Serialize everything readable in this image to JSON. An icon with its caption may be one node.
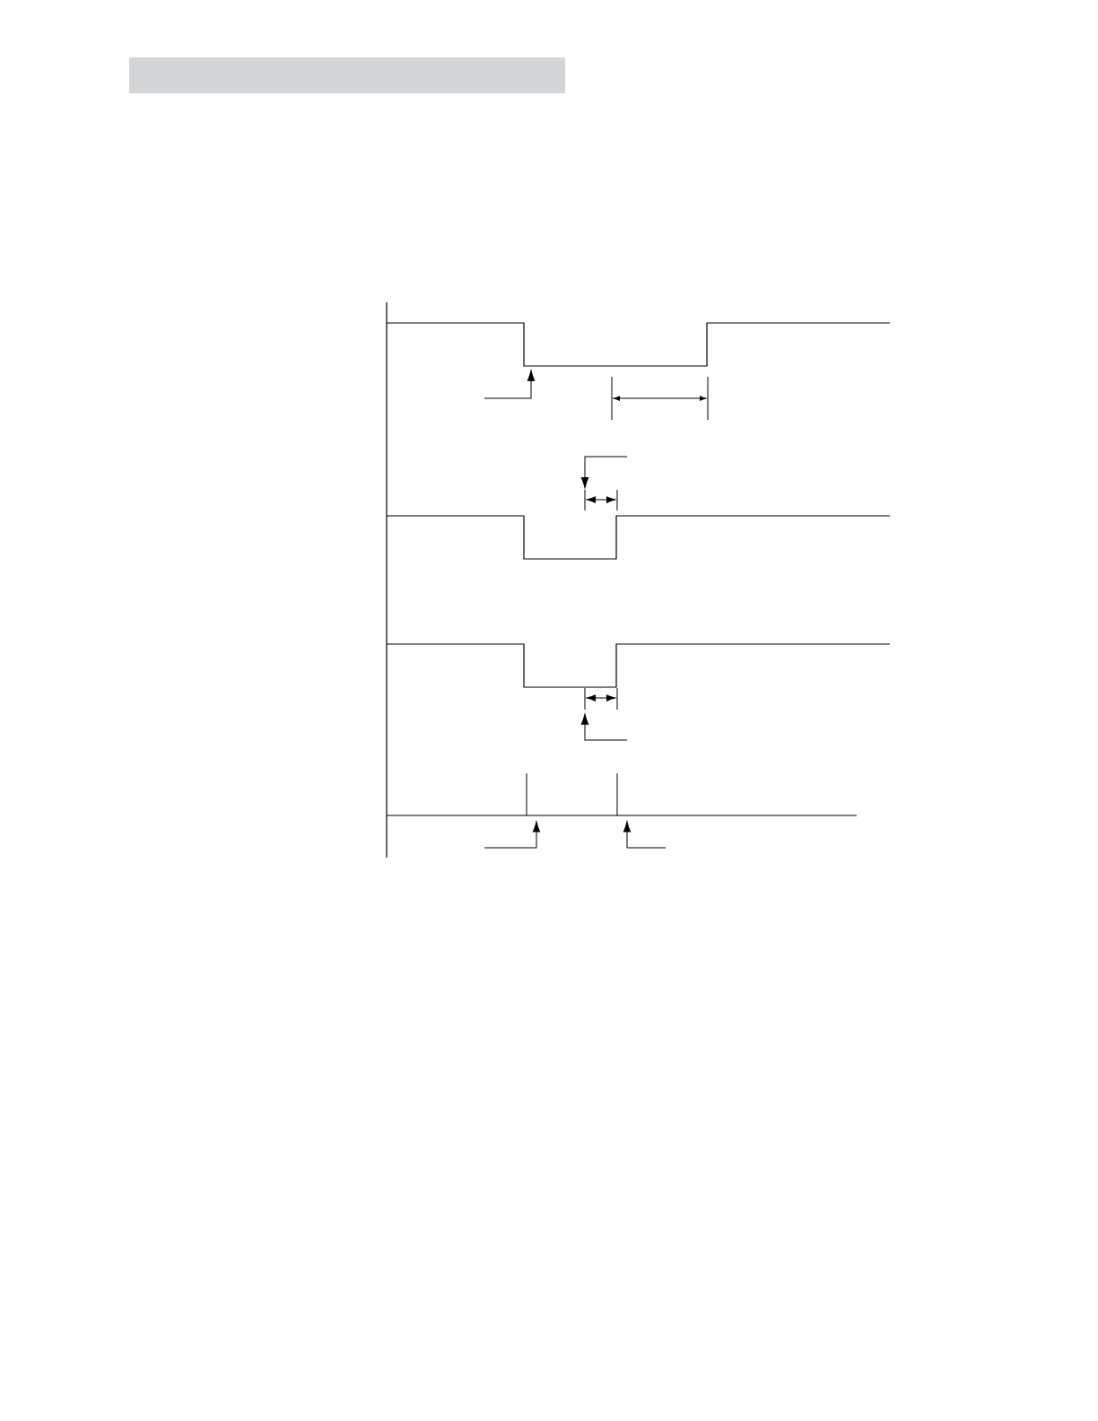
{
  "diagram": {
    "nodes": [
      {
        "text": [],
        "shape": "waveform"
      },
      {
        "text": [],
        "shape": "waveform"
      },
      {
        "text": [],
        "shape": "waveform"
      },
      {
        "text": [],
        "shape": "waveform"
      },
      {
        "text": [],
        "shape": "dimension"
      },
      {
        "text": [],
        "shape": "dimension"
      }
    ],
    "edges": [
      {
        "from": null,
        "to": 0,
        "arrow": "to"
      },
      {
        "from": null,
        "to": 4,
        "arrow": "to"
      },
      {
        "from": null,
        "to": 5,
        "arrow": "to"
      },
      {
        "from": null,
        "to": 3,
        "arrow": "to"
      },
      {
        "from": null,
        "to": 3,
        "arrow": "to"
      }
    ]
  }
}
